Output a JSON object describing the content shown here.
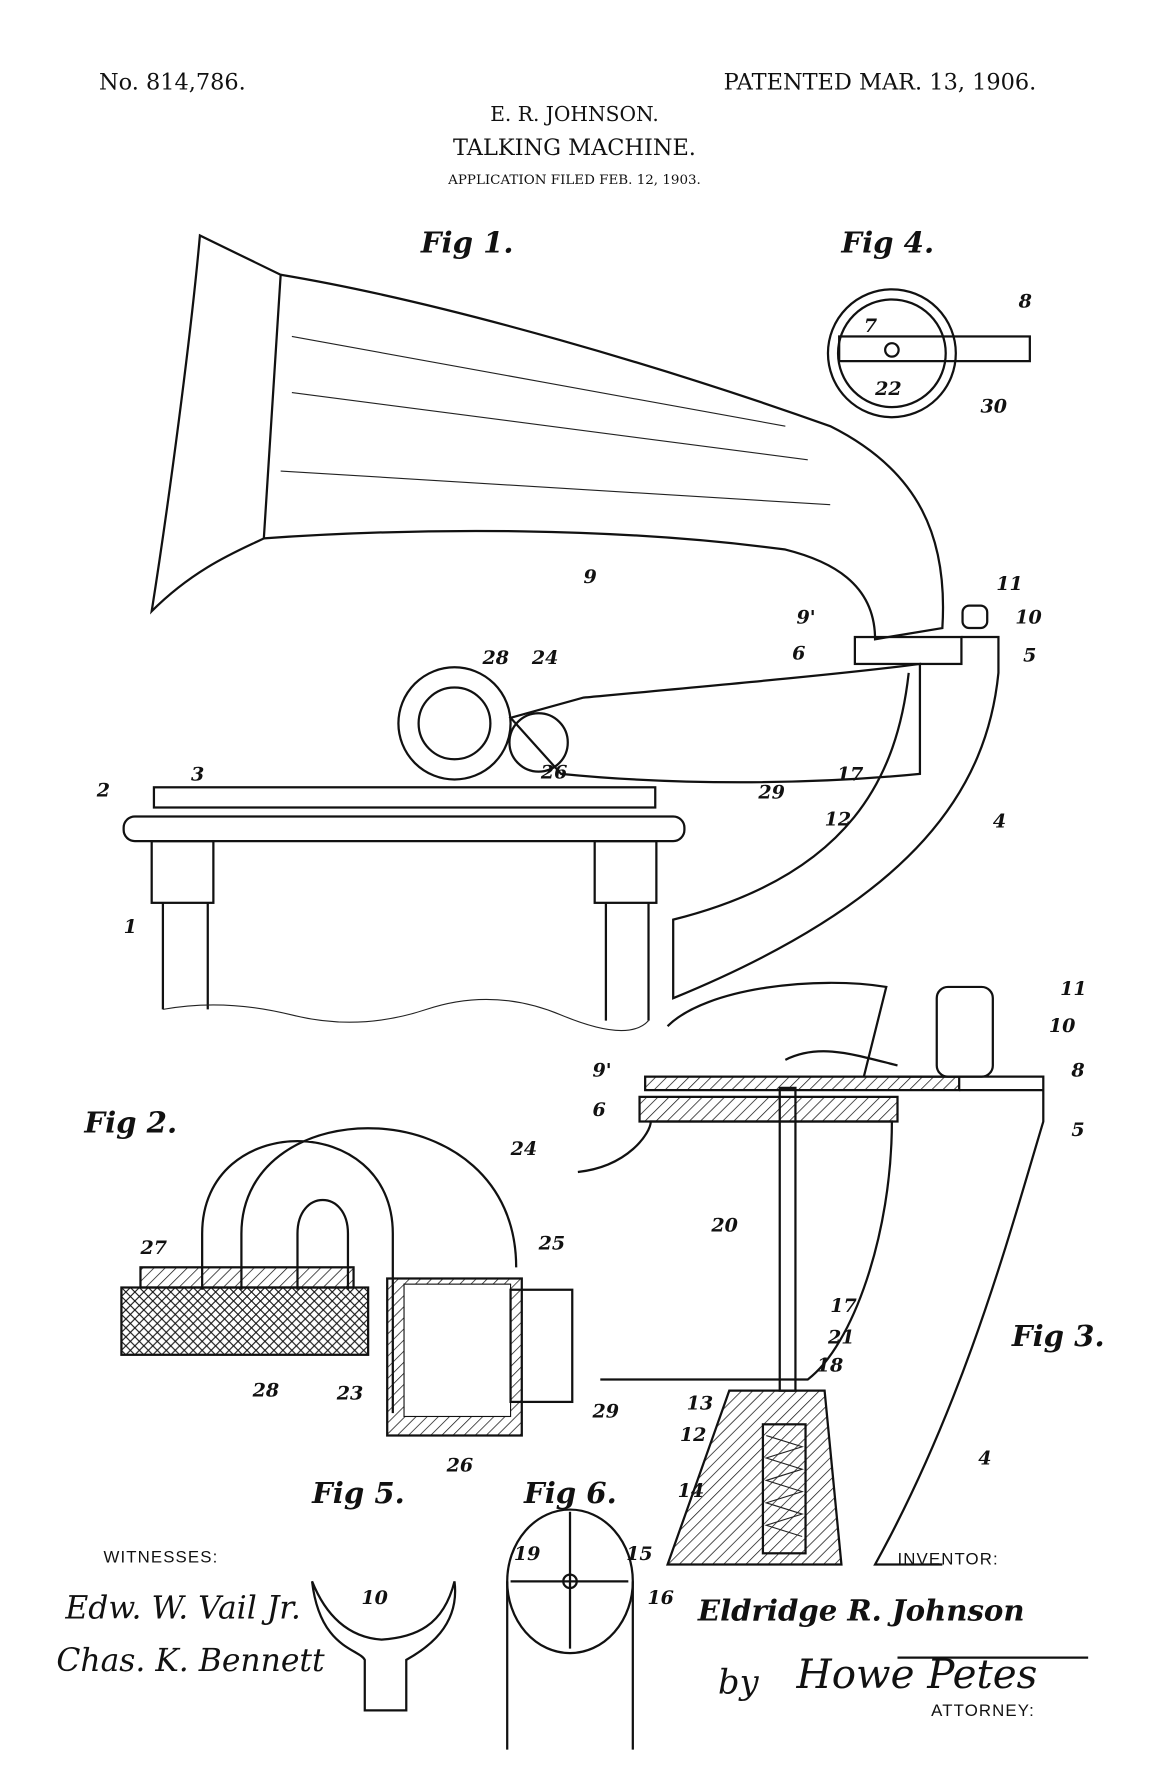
{
  "header": {
    "patent_number": "No. 814,786.",
    "patent_date": "PATENTED MAR. 13, 1906.",
    "inventor_name": "E. R. JOHNSON.",
    "title": "TALKING MACHINE.",
    "application": "APPLICATION FILED FEB. 12, 1903."
  },
  "figures": {
    "fig1": {
      "title": "Fig 1.",
      "labels": [
        "9",
        "9'",
        "6",
        "11",
        "10",
        "5",
        "28",
        "24",
        "26",
        "3",
        "2",
        "29",
        "17",
        "12",
        "4",
        "1"
      ]
    },
    "fig2": {
      "title": "Fig 2.",
      "labels": [
        "24",
        "27",
        "25",
        "28",
        "23",
        "29",
        "26"
      ]
    },
    "fig3": {
      "title": "Fig 3.",
      "labels": [
        "11",
        "10",
        "9'",
        "8",
        "6",
        "5",
        "20",
        "17",
        "21",
        "18",
        "13",
        "12",
        "14",
        "4"
      ]
    },
    "fig4": {
      "title": "Fig 4.",
      "labels": [
        "8",
        "7",
        "22",
        "30"
      ]
    },
    "fig5": {
      "title": "Fig 5.",
      "labels": [
        "10"
      ]
    },
    "fig6": {
      "title": "Fig 6.",
      "labels": [
        "19",
        "15",
        "16"
      ]
    }
  },
  "signatures": {
    "witnesses_label": "WITNESSES:",
    "witness_1": "Edw. W. Vail Jr.",
    "witness_2": "Chas. K. Bennett",
    "inventor_label": "INVENTOR:",
    "inventor_signature": "Eldridge R. Johnson",
    "by": "by",
    "attorney_signature": "Howe Petes",
    "attorney_label": "ATTORNEY:"
  }
}
